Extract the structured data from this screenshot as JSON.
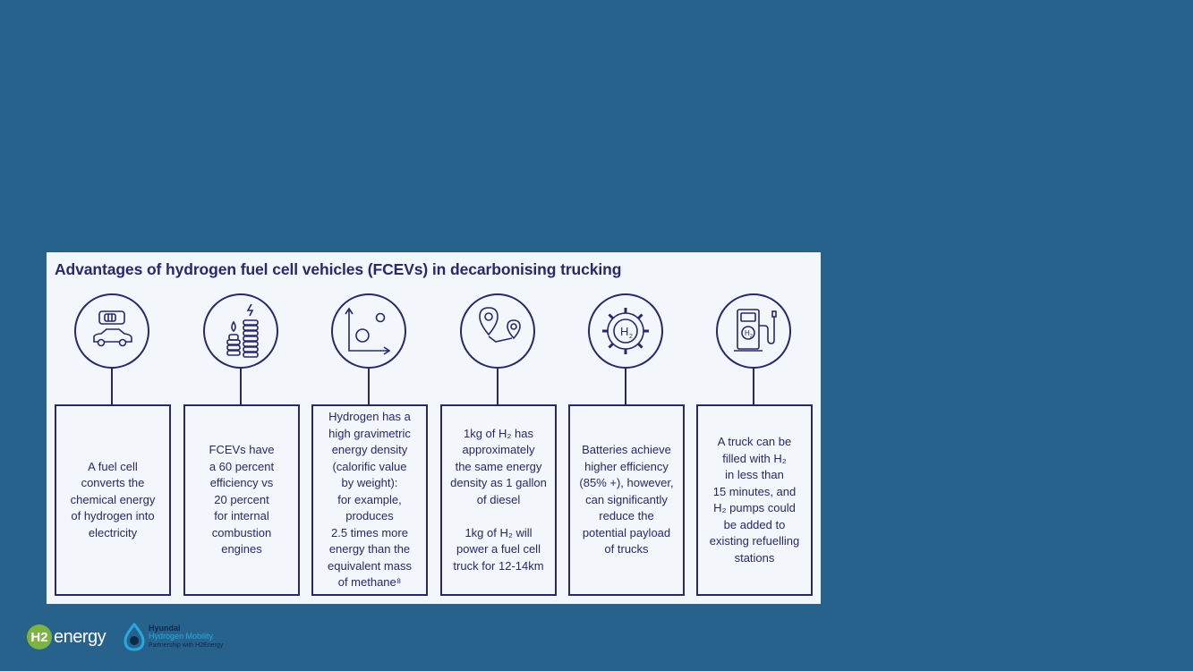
{
  "card": {
    "title": "Advantages of hydrogen fuel cell vehicles (FCEVs) in decarbonising trucking"
  },
  "columns": [
    {
      "icon": "fuel-cell-car-icon",
      "text": "A fuel cell\nconverts the\nchemical energy\nof hydrogen into\nelectricity"
    },
    {
      "icon": "efficiency-stacks-icon",
      "text": "FCEVs have\na 60 percent\nefficiency vs\n20 percent\nfor internal\ncombustion\nengines"
    },
    {
      "icon": "molecule-axes-icon",
      "text": "Hydrogen has a\nhigh gravimetric\nenergy density\n(calorific value\nby weight):\nfor example,\nproduces\n2.5 times more\nenergy than the\nequivalent mass\nof methane⁸"
    },
    {
      "icon": "route-pins-icon",
      "text": "1kg of H₂ has\napproximately\nthe same energy\ndensity as 1 gallon\nof diesel\n\n1kg of H₂ will\npower a fuel cell\ntruck for 12-14km"
    },
    {
      "icon": "h2-gear-icon",
      "text": "Batteries achieve\nhigher efficiency\n(85% +), however,\ncan significantly\nreduce the\npotential payload\nof trucks"
    },
    {
      "icon": "h2-pump-icon",
      "text": "A truck can be\nfilled with H₂\nin less than\n15 minutes, and\nH₂ pumps could\nbe added to\nexisting refuelling\nstations"
    }
  ],
  "footer": {
    "logo1": {
      "badge": "H2",
      "text": "energy"
    },
    "logo2": {
      "line1": "Hyundai",
      "line2": "Hydrogen Mobility",
      "line3": "Partnership with H2Energy"
    }
  },
  "colors": {
    "background": "#27628d",
    "card": "#f3f6fb",
    "ink": "#28286a",
    "h2energy_green": "#7cb342",
    "hyundai_blue": "#29a8e0"
  }
}
